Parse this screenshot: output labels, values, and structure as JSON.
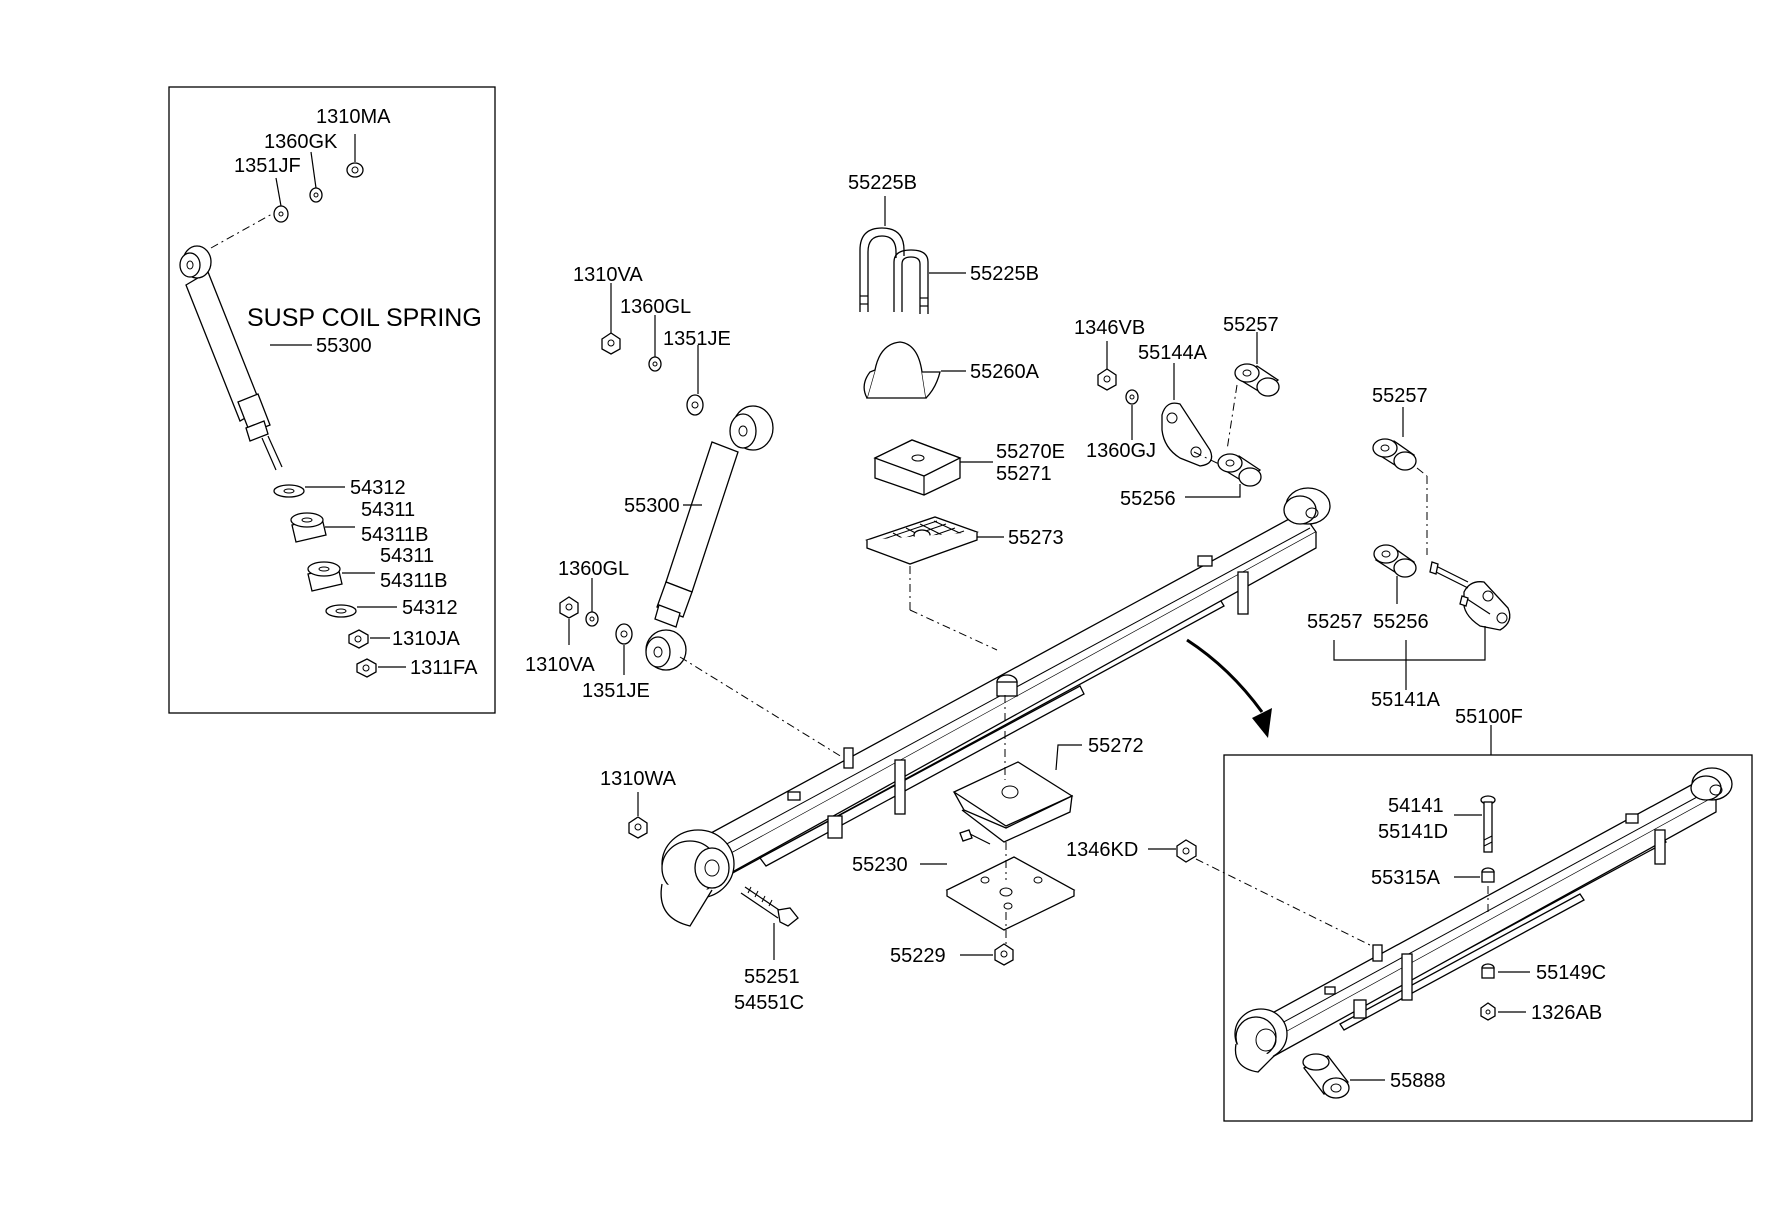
{
  "callouts": {
    "c1310ma": "1310MA",
    "c1360gk": "1360GK",
    "c1351jf": "1351JF",
    "susp_title": "SUSP COIL SPRING",
    "c55300_inset": "55300",
    "c54312_a": "54312",
    "c54311_a": "54311",
    "c54311b_a": "54311B",
    "c54311_b": "54311",
    "c54311b_b": "54311B",
    "c54312_b": "54312",
    "c1310ja": "1310JA",
    "c1311fa": "1311FA",
    "c55225b_top": "55225B",
    "c55225b_right": "55225B",
    "c1310va_top": "1310VA",
    "c1360gl_top": "1360GL",
    "c1351je_top": "1351JE",
    "c55260a": "55260A",
    "c55270e": "55270E",
    "c55271": "55271",
    "c55273": "55273",
    "c55300_main": "55300",
    "c1360gl_bottom": "1360GL",
    "c1310va_bottom": "1310VA",
    "c1351je_bottom": "1351JE",
    "c1346vb": "1346VB",
    "c55144a": "55144A",
    "c55257_top": "55257",
    "c1360gj": "1360GJ",
    "c55256_top": "55256",
    "c55257_right": "55257",
    "c55257_group": "55257",
    "c55256_group": "55256",
    "c55141a": "55141A",
    "c55100f": "55100F",
    "c55272": "55272",
    "c1310wa": "1310WA",
    "c55230": "55230",
    "c1346kd": "1346KD",
    "c55229": "55229",
    "c55251": "55251",
    "c54551c": "54551C",
    "c54141": "54141",
    "c55141d": "55141D",
    "c55315a": "55315A",
    "c55149c": "55149C",
    "c1326ab": "1326AB",
    "c55888": "55888"
  }
}
